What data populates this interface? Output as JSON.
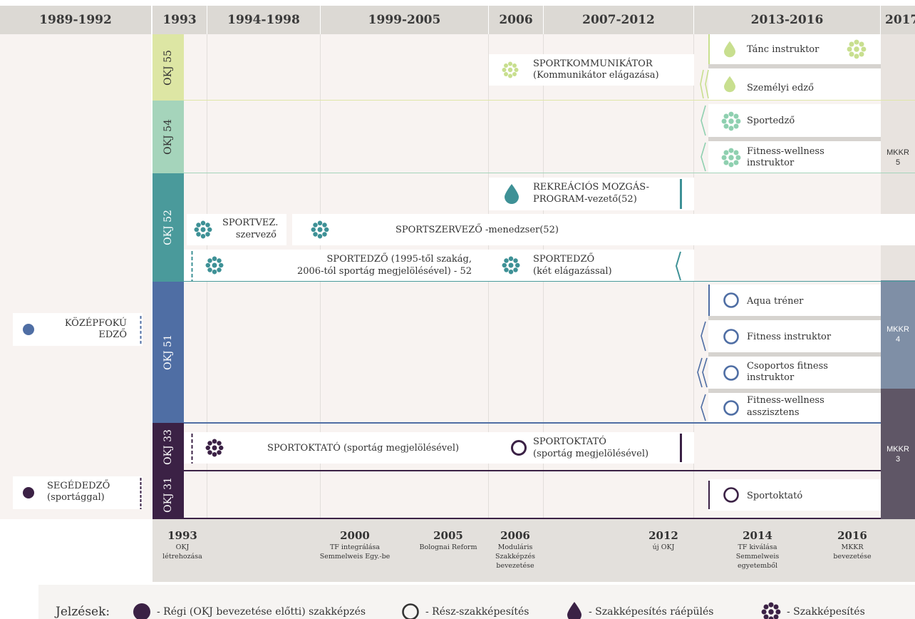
{
  "header": {
    "years": [
      "1989-1992",
      "1993",
      "1994-1998",
      "1999-2005",
      "2006",
      "2007-2012",
      "2013-2016",
      "2017"
    ]
  },
  "bands": {
    "okj55": "OKJ 55",
    "okj54": "OKJ 54",
    "okj52": "OKJ 52",
    "okj51": "OKJ 51",
    "okj33": "OKJ 33",
    "okj31": "OKJ 31"
  },
  "left_boxes": {
    "kozepfoku_line1": "KÖZÉPFOKÚ",
    "kozepfoku_line2": "EDZŐ",
    "segededzo_line1": "SEGÉDEDZŐ",
    "segededzo_line2": "(sportággal)"
  },
  "items": {
    "sportkommunikator_1": "SPORTKOMMUNIKÁTOR",
    "sportkommunikator_2": "(Kommunikátor elágazása)",
    "rekreacios_1": "REKREÁCIÓS MOZGÁS-",
    "rekreacios_2": "PROGRAM-vezető(52)",
    "sportvez_1": "SPORTVEZ.",
    "sportvez_2": "szervező",
    "sportszervezo": "SPORTSZERVEZŐ -menedzser(52)",
    "sportedzo_old_1": "SPORTEDZŐ (1995-től szakág,",
    "sportedzo_old_2": "2006-tól sportág megjelölésével) - 52",
    "sportedzo_new_1": "SPORTEDZŐ",
    "sportedzo_new_2": "(két elágazással)",
    "sportoktato_old": "SPORTOKTATÓ (sportág megjelölésével)",
    "sportoktato_new_1": "SPORTOKTATÓ",
    "sportoktato_new_2": "(sportág megjelölésével)"
  },
  "right_items": {
    "tanc": "Tánc instruktor",
    "szemelyi": "Személyi edző",
    "sportedzo": "Sportedző",
    "fitness_wellness_instr_1": "Fitness-wellness",
    "fitness_wellness_instr_2": "instruktor",
    "aqua": "Aqua tréner",
    "fitness_instr": "Fitness instruktor",
    "csoportos_1": "Csoportos fitness",
    "csoportos_2": "instruktor",
    "fw_asszisztens_1": "Fitness-wellness",
    "fw_asszisztens_2": "asszisztens",
    "sportoktato": "Sportoktató"
  },
  "mkkr": {
    "label": "MKKR",
    "l5": "5",
    "l4": "4",
    "l3": "3"
  },
  "axis": {
    "t1993_year": "1993",
    "t1993_desc1": "OKJ",
    "t1993_desc2": "létrehozása",
    "t2000_year": "2000",
    "t2000_desc1": "TF integrálása",
    "t2000_desc2": "Semmelweis Egy.-be",
    "t2005_year": "2005",
    "t2005_desc1": "Bolognai Reform",
    "t2006_year": "2006",
    "t2006_desc1": "Moduláris",
    "t2006_desc2": "Szakképzés",
    "t2006_desc3": "bevezetése",
    "t2012_year": "2012",
    "t2012_desc1": "új OKJ",
    "t2014_year": "2014",
    "t2014_desc1": "TF kiválása",
    "t2014_desc2": "Semmelweis",
    "t2014_desc3": "egyetemből",
    "t2016_year": "2016",
    "t2016_desc1": "MKKR",
    "t2016_desc2": "bevezetése"
  },
  "legend": {
    "title": "Jelzések:",
    "regi": "- Régi (OKJ bevezetése előtti) szakképzés",
    "resz": "- Rész-szakképesítés",
    "raepules": "- Szakképesítés ráépülés",
    "szakkepesites": "- Szakképesítés"
  },
  "colors": {
    "okj55": "#dde6a4",
    "okj54": "#a5d4bb",
    "okj52": "#4a9a9b",
    "okj51": "#4f6ea4",
    "okj33": "#3b2145",
    "okj31": "#3b2145",
    "dark_purple": "#3b2145",
    "blue": "#4f6ea4",
    "teal": "#3e9196",
    "light_green": "#c8df8f",
    "mint": "#8fd0b0"
  }
}
